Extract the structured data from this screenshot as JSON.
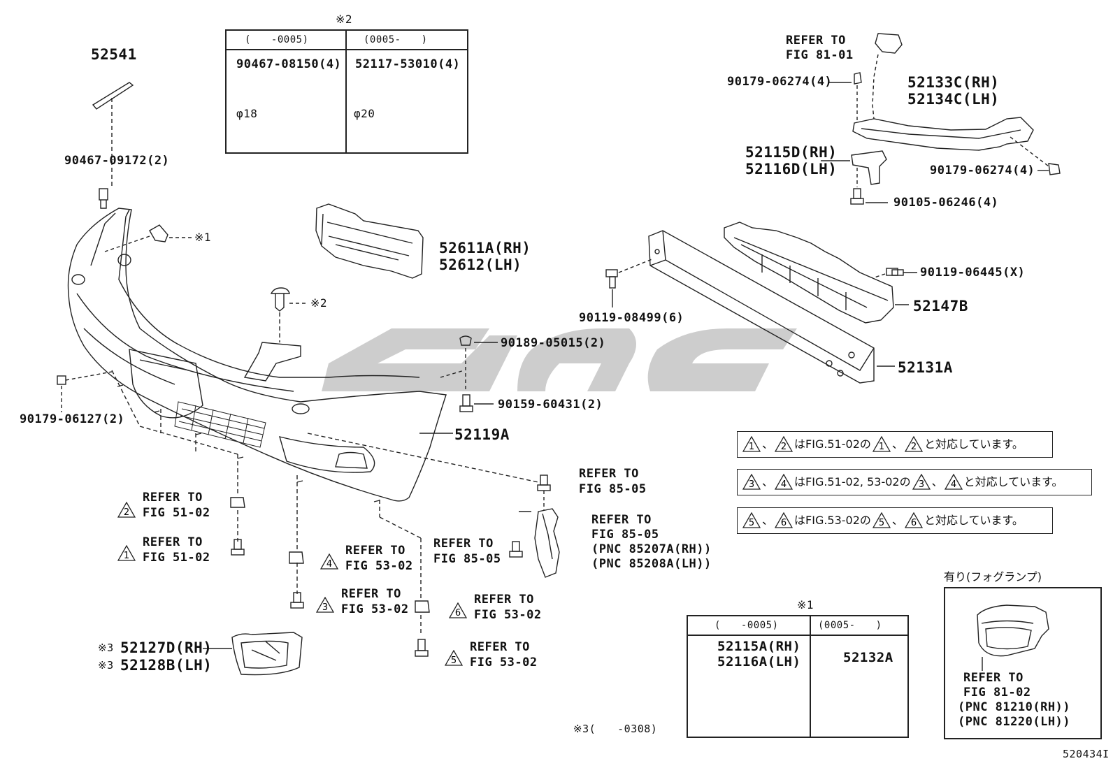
{
  "diagram_id": "520434I",
  "inset_ref2": {
    "mark": "※2",
    "col1_header": "(　　-0005)",
    "col2_header": "(0005-　　)",
    "col1_part": "90467-08150(4)",
    "col2_part": "52117-53010(4)",
    "col1_dim": "φ18",
    "col2_dim": "φ20"
  },
  "inset_ref1": {
    "mark": "※1",
    "col1_header": "(　　-0005)",
    "col2_header": "(0005-　　)",
    "col1_part_a": "52115A(RH)",
    "col1_part_b": "52116A(LH)",
    "col2_part": "52132A"
  },
  "fog_box": {
    "title": "有り(フォグランプ)",
    "refer_line1": "REFER TO",
    "refer_line2": "FIG 81-02",
    "pnc_rh": "(PNC 81210(RH))",
    "pnc_lh": "(PNC 81220(LH))"
  },
  "notes": [
    {
      "a": "1",
      "b": "2",
      "text_mid": "はFIG.51-02の",
      "text_end": "と対応しています。"
    },
    {
      "a": "3",
      "b": "4",
      "text_mid": "はFIG.51-02, 53-02の",
      "text_end": "と対応しています。"
    },
    {
      "a": "5",
      "b": "6",
      "text_mid": "はFIG.53-02の",
      "text_end": "と対応しています。"
    }
  ],
  "note_sep": "、",
  "footnote": "※3(　　-0308)",
  "labels": {
    "p52541": "52541",
    "p90467_09172": "90467-09172(2)",
    "ref1": "※1",
    "ref2": "※2",
    "p52611A": "52611A(RH)",
    "p52612": "52612(LH)",
    "p90179_06127": "90179-06127(2)",
    "p90189_05015": "90189-05015(2)",
    "p90159_60431": "90159-60431(2)",
    "p52119A": "52119A",
    "refer_to": "REFER TO",
    "fig_81_01": "FIG 81-01",
    "p90179_06274": "90179-06274(4)",
    "p52133C": "52133C(RH)",
    "p52134C": "52134C(LH)",
    "p52115D": "52115D(RH)",
    "p52116D": "52116D(LH)",
    "p90179_06274b": "90179-06274(4)",
    "p90105_06246": "90105-06246(4)",
    "p90119_06445": "90119-06445(X)",
    "p52147B": "52147B",
    "p90119_08499": "90119-08499(6)",
    "p52131A": "52131A",
    "fig_85_05": "FIG 85-05",
    "pnc_85207A": "(PNC 85207A(RH))",
    "pnc_85208A": "(PNC 85208A(LH))",
    "fig_51_02": "FIG 51-02",
    "fig_53_02": "FIG 53-02",
    "ref3": "※3",
    "p52127D": "52127D(RH)",
    "p52128B": "52128B(LH)"
  }
}
